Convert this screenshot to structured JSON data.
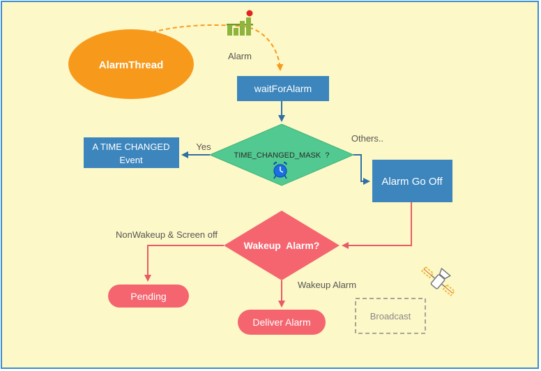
{
  "colors": {
    "background": "#fdf8c7",
    "frame": "#3b8ed0",
    "orange": "#f79a1c",
    "blue": "#3c86bd",
    "blue_dark": "#2f6fa3",
    "green": "#52c990",
    "red": "#f4656f",
    "red_line": "#e85a66",
    "gray_text": "#555555",
    "broadcast_text": "#888888"
  },
  "nodes": {
    "alarm_thread": "AlarmThread",
    "alarm_icon_label": "Alarm",
    "wait_for_alarm": "waitForAlarm",
    "decision_time_changed": "TIME_CHANGED_MASK  ?",
    "time_changed_event_line1": "A TIME CHANGED",
    "time_changed_event_line2": "Event",
    "alarm_go_off": "Alarm Go Off",
    "decision_wakeup": "Wakeup  Alarm?",
    "pending": "Pending",
    "deliver_alarm": "Deliver Alarm",
    "broadcast": "Broadcast"
  },
  "edges": {
    "yes": "Yes",
    "others": "Others..",
    "non_wakeup": "NonWakeup & Screen off",
    "wakeup": "Wakeup Alarm"
  },
  "icons": {
    "chart": "bar-chart-icon",
    "clock": "alarm-clock-icon",
    "satellite": "satellite-icon"
  }
}
